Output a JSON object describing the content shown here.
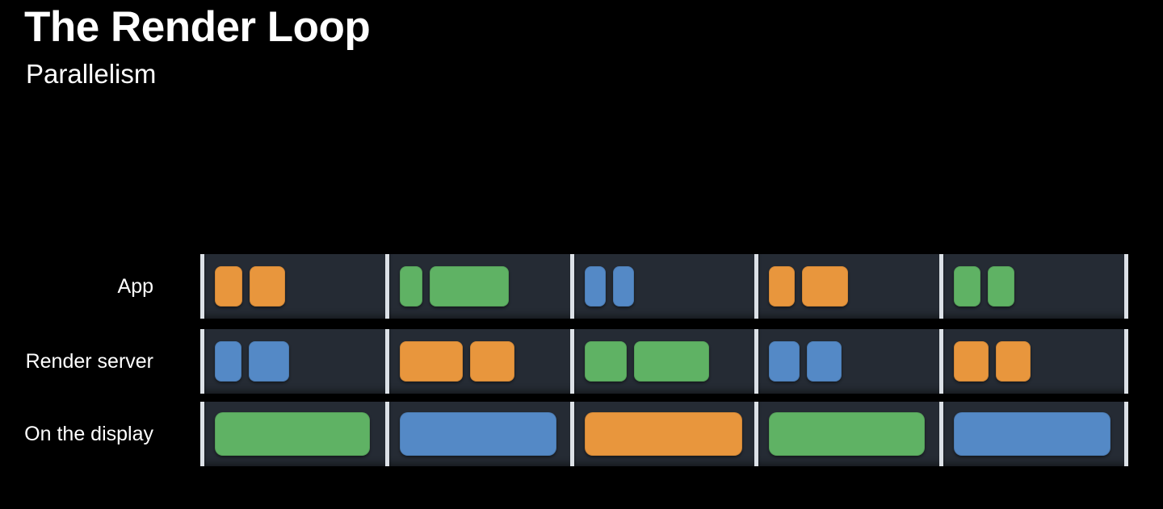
{
  "slide": {
    "title": "The Render Loop",
    "subtitle": "Parallelism"
  },
  "colors": {
    "background": "#000000",
    "text": "#ffffff",
    "track_background": "#252b34",
    "frame_divider": "#dce1e7",
    "orange": "#e8963d",
    "green": "#5fb264",
    "blue": "#5489c6"
  },
  "timeline": {
    "frame_count": 5,
    "rows": [
      {
        "id": "app",
        "label": "App",
        "block_height": 50,
        "segments": [
          {
            "blocks": [
              {
                "color": "orange",
                "width": 34
              },
              {
                "color": "orange",
                "width": 44
              }
            ]
          },
          {
            "blocks": [
              {
                "color": "green",
                "width": 28
              },
              {
                "color": "green",
                "width": 98
              }
            ]
          },
          {
            "blocks": [
              {
                "color": "blue",
                "width": 26
              },
              {
                "color": "blue",
                "width": 26
              }
            ]
          },
          {
            "blocks": [
              {
                "color": "orange",
                "width": 32
              },
              {
                "color": "orange",
                "width": 57
              }
            ]
          },
          {
            "blocks": [
              {
                "color": "green",
                "width": 33
              },
              {
                "color": "green",
                "width": 33
              }
            ]
          }
        ]
      },
      {
        "id": "render-server",
        "label": "Render server",
        "block_height": 50,
        "segments": [
          {
            "blocks": [
              {
                "color": "blue",
                "width": 33
              },
              {
                "color": "blue",
                "width": 50
              }
            ]
          },
          {
            "blocks": [
              {
                "color": "orange",
                "width": 78
              },
              {
                "color": "orange",
                "width": 55
              }
            ]
          },
          {
            "blocks": [
              {
                "color": "green",
                "width": 52
              },
              {
                "color": "green",
                "width": 93
              }
            ]
          },
          {
            "blocks": [
              {
                "color": "blue",
                "width": 38
              },
              {
                "color": "blue",
                "width": 43
              }
            ]
          },
          {
            "blocks": [
              {
                "color": "orange",
                "width": 43
              },
              {
                "color": "orange",
                "width": 43
              }
            ]
          }
        ]
      },
      {
        "id": "display",
        "label": "On the display",
        "block_height": 54,
        "segments": [
          {
            "blocks": [
              {
                "color": "green",
                "width": 192
              }
            ]
          },
          {
            "blocks": [
              {
                "color": "blue",
                "width": 194
              }
            ]
          },
          {
            "blocks": [
              {
                "color": "orange",
                "width": 195
              }
            ]
          },
          {
            "blocks": [
              {
                "color": "green",
                "width": 193
              }
            ]
          },
          {
            "blocks": [
              {
                "color": "blue",
                "width": 194
              }
            ]
          }
        ]
      }
    ]
  }
}
